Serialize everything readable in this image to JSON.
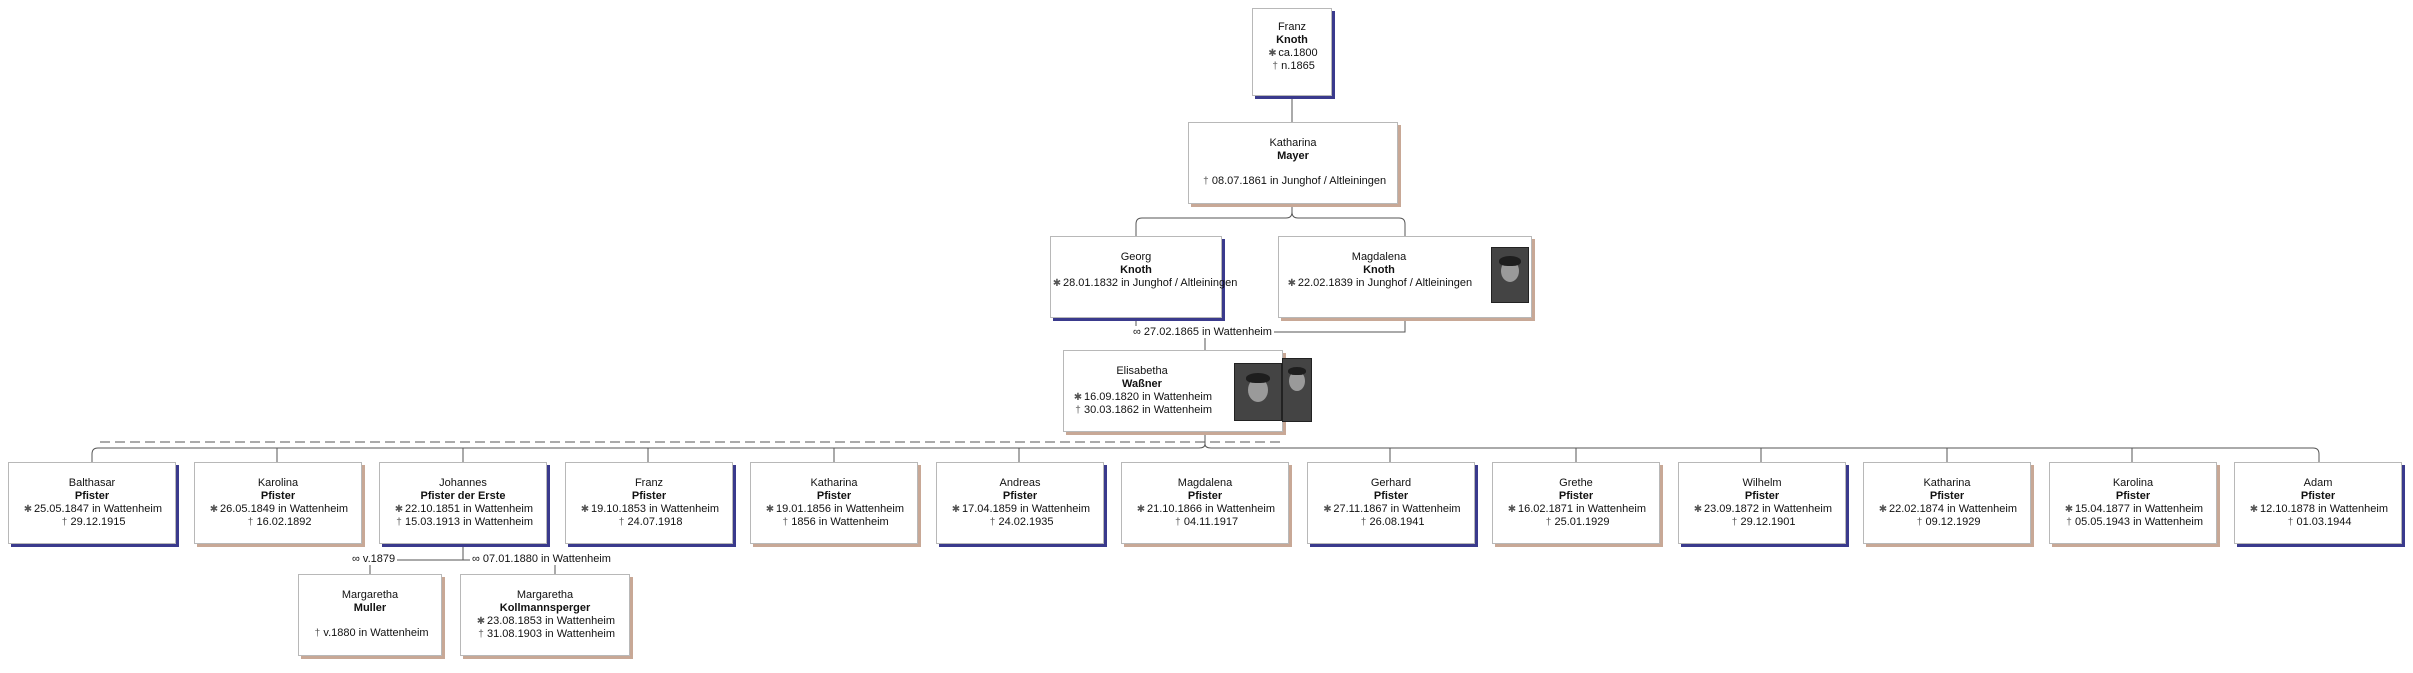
{
  "persons": {
    "franz_knoth": {
      "first": "Franz",
      "last": "Knoth",
      "events": [
        {
          "sym": "✱",
          "text": "ca.1800"
        },
        {
          "sym": "†",
          "text": "n.1865"
        }
      ]
    },
    "katharina_mayer": {
      "first": "Katharina",
      "last": "Mayer",
      "events": [
        {
          "sym": "†",
          "text": "08.07.1861 in Junghof / Altleiningen"
        }
      ]
    },
    "georg_knoth": {
      "first": "Georg",
      "last": "Knoth",
      "events": [
        {
          "sym": "✱",
          "text": "28.01.1832 in Junghof / Altleiningen"
        }
      ]
    },
    "magdalena_knoth": {
      "first": "Magdalena",
      "last": "Knoth",
      "events": [
        {
          "sym": "✱",
          "text": "22.02.1839 in Junghof / Altleiningen"
        }
      ]
    },
    "elisabetha_wassner": {
      "first": "Elisabetha",
      "last": "Waßner",
      "events": [
        {
          "sym": "✱",
          "text": "16.09.1820 in Wattenheim"
        },
        {
          "sym": "†",
          "text": "30.03.1862 in Wattenheim"
        }
      ]
    },
    "balthasar": {
      "first": "Balthasar",
      "last": "Pfister",
      "events": [
        {
          "sym": "✱",
          "text": "25.05.1847 in Wattenheim"
        },
        {
          "sym": "†",
          "text": "29.12.1915"
        }
      ]
    },
    "karolina1": {
      "first": "Karolina",
      "last": "Pfister",
      "events": [
        {
          "sym": "✱",
          "text": "26.05.1849 in Wattenheim"
        },
        {
          "sym": "†",
          "text": "16.02.1892"
        }
      ]
    },
    "johannes": {
      "first": "Johannes",
      "last": "Pfister der Erste",
      "events": [
        {
          "sym": "✱",
          "text": "22.10.1851 in Wattenheim"
        },
        {
          "sym": "†",
          "text": "15.03.1913 in Wattenheim"
        }
      ]
    },
    "franz_pfister": {
      "first": "Franz",
      "last": "Pfister",
      "events": [
        {
          "sym": "✱",
          "text": "19.10.1853 in Wattenheim"
        },
        {
          "sym": "†",
          "text": "24.07.1918"
        }
      ]
    },
    "katharina_pfister": {
      "first": "Katharina",
      "last": "Pfister",
      "events": [
        {
          "sym": "✱",
          "text": "19.01.1856 in Wattenheim"
        },
        {
          "sym": "†",
          "text": "1856 in Wattenheim"
        }
      ]
    },
    "andreas": {
      "first": "Andreas",
      "last": "Pfister",
      "events": [
        {
          "sym": "✱",
          "text": "17.04.1859 in Wattenheim"
        },
        {
          "sym": "†",
          "text": "24.02.1935"
        }
      ]
    },
    "magdalena_pfister": {
      "first": "Magdalena",
      "last": "Pfister",
      "events": [
        {
          "sym": "✱",
          "text": "21.10.1866 in Wattenheim"
        },
        {
          "sym": "†",
          "text": "04.11.1917"
        }
      ]
    },
    "gerhard": {
      "first": "Gerhard",
      "last": "Pfister",
      "events": [
        {
          "sym": "✱",
          "text": "27.11.1867 in Wattenheim"
        },
        {
          "sym": "†",
          "text": "26.08.1941"
        }
      ]
    },
    "grethe": {
      "first": "Grethe",
      "last": "Pfister",
      "events": [
        {
          "sym": "✱",
          "text": "16.02.1871 in Wattenheim"
        },
        {
          "sym": "†",
          "text": "25.01.1929"
        }
      ]
    },
    "wilhelm": {
      "first": "Wilhelm",
      "last": "Pfister",
      "events": [
        {
          "sym": "✱",
          "text": "23.09.1872 in Wattenheim"
        },
        {
          "sym": "†",
          "text": "29.12.1901"
        }
      ]
    },
    "katharina2": {
      "first": "Katharina",
      "last": "Pfister",
      "events": [
        {
          "sym": "✱",
          "text": "22.02.1874 in Wattenheim"
        },
        {
          "sym": "†",
          "text": "09.12.1929"
        }
      ]
    },
    "karolina2": {
      "first": "Karolina",
      "last": "Pfister",
      "events": [
        {
          "sym": "✱",
          "text": "15.04.1877 in Wattenheim"
        },
        {
          "sym": "†",
          "text": "05.05.1943 in Wattenheim"
        }
      ]
    },
    "adam": {
      "first": "Adam",
      "last": "Pfister",
      "events": [
        {
          "sym": "✱",
          "text": "12.10.1878 in Wattenheim"
        },
        {
          "sym": "†",
          "text": "01.03.1944"
        }
      ]
    },
    "margaretha_muller": {
      "first": "Margaretha",
      "last": "Muller",
      "events": [
        {
          "sym": "†",
          "text": "v.1880 in Wattenheim"
        }
      ]
    },
    "margaretha_kollmannsperger": {
      "first": "Margaretha",
      "last": "Kollmannsperger",
      "events": [
        {
          "sym": "✱",
          "text": "23.08.1853 in Wattenheim"
        },
        {
          "sym": "†",
          "text": "31.08.1903 in Wattenheim"
        }
      ]
    }
  },
  "marriages": {
    "georg_magdalena": {
      "sym": "∞",
      "text": "27.02.1865 in Wattenheim"
    },
    "johannes_muller": {
      "sym": "∞",
      "text": "v.1879"
    },
    "johannes_kollmannsperger": {
      "sym": "∞",
      "text": "07.01.1880 in Wattenheim"
    }
  },
  "colors": {
    "male_shadow": "#3a3a8c",
    "female_shadow": "#c8a896",
    "line": "#555555"
  }
}
